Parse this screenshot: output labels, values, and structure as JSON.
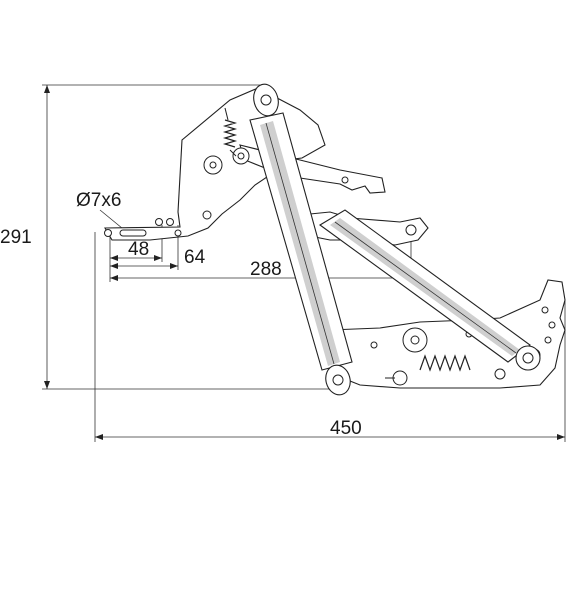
{
  "dimensions": {
    "height": "291",
    "width": "450",
    "span_288": "288",
    "span_64": "64",
    "span_48": "48",
    "hole_spec": "Ø7x6"
  },
  "colors": {
    "line": "#222222",
    "background": "#ffffff",
    "shading": "#cfcfcf"
  }
}
